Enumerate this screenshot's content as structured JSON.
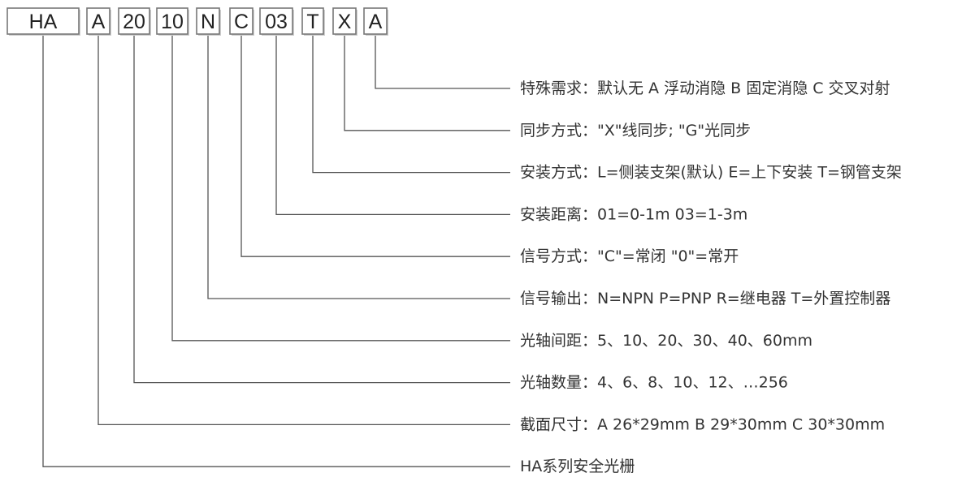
{
  "model_code": [
    {
      "id": "series",
      "text": "HA"
    },
    {
      "id": "section",
      "text": "A"
    },
    {
      "id": "axis_count",
      "text": "20"
    },
    {
      "id": "axis_spacing",
      "text": "10"
    },
    {
      "id": "signal_output",
      "text": "N"
    },
    {
      "id": "signal_mode",
      "text": "C"
    },
    {
      "id": "distance",
      "text": "03"
    },
    {
      "id": "mounting",
      "text": "T"
    },
    {
      "id": "sync",
      "text": "X"
    },
    {
      "id": "special",
      "text": "A"
    }
  ],
  "descriptions": [
    {
      "target": "special",
      "text": "特殊需求：默认无   A 浮动消隐   B 固定消隐   C 交叉对射"
    },
    {
      "target": "sync",
      "text": "同步方式：\"X\"线同步; \"G\"光同步"
    },
    {
      "target": "mounting",
      "text": "安装方式：L=侧装支架(默认)   E=上下安装   T=钢管支架"
    },
    {
      "target": "distance",
      "text": "安装距离：01=0-1m  03=1-3m"
    },
    {
      "target": "signal_mode",
      "text": "信号方式：\"C\"=常闭  \"0\"=常开"
    },
    {
      "target": "signal_output",
      "text": "信号输出：N=NPN  P=PNP  R=继电器  T=外置控制器"
    },
    {
      "target": "axis_spacing",
      "text": "光轴间距：5、10、20、30、40、60mm"
    },
    {
      "target": "axis_count",
      "text": "光轴数量：4、6、8、10、12、…256"
    },
    {
      "target": "section",
      "text": "截面尺寸：A 26*29mm  B 29*30mm  C 30*30mm"
    },
    {
      "target": "series",
      "text": "HA系列安全光栅"
    }
  ]
}
